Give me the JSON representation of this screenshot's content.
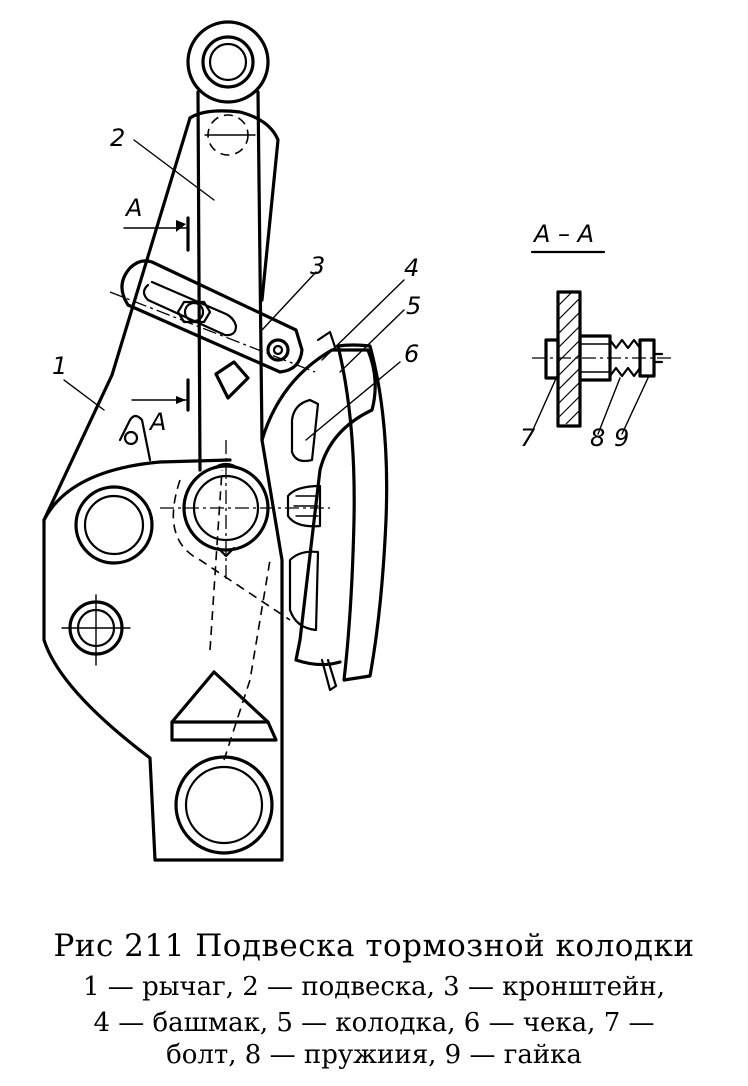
{
  "figure": {
    "section_label": "А – А",
    "cut_marker": "А",
    "cut_marker_2": "А",
    "bottom_marker": "А",
    "part_labels": [
      "1",
      "2",
      "3",
      "4",
      "5",
      "6"
    ],
    "section_part_labels": [
      "7",
      "8",
      "9"
    ]
  },
  "caption": {
    "title": "Рис 211 Подвеска тормозной колодки",
    "line1": "1 — рычаг, 2 — подвеска, 3 — кронштейн,",
    "line2": "4 — башмак, 5 — колодка, 6 — чека, 7 —",
    "line3": "болт, 8 — пружиия, 9 — гайка"
  }
}
